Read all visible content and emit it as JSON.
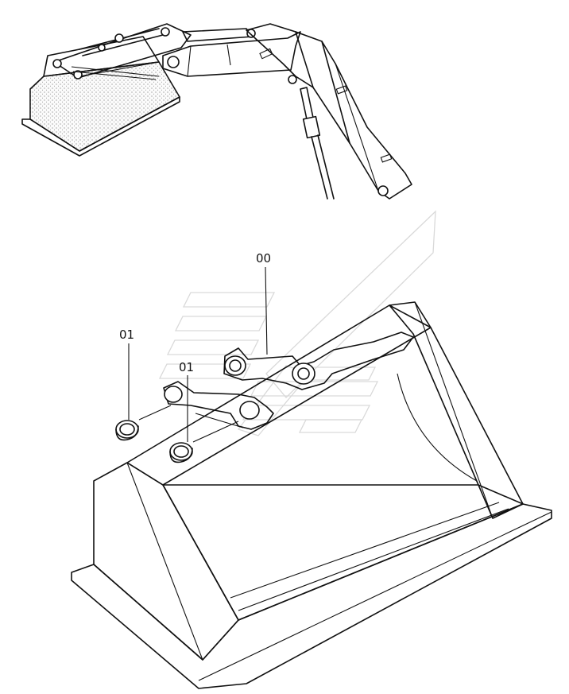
{
  "labels": {
    "assembly": "00",
    "bushing_left": "01",
    "bushing_right": "01"
  }
}
